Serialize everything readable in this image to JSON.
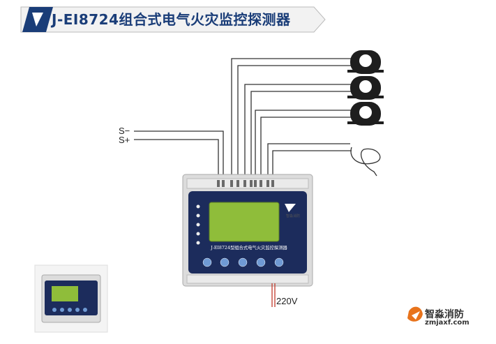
{
  "title": "J-EI8724组合式电气火灾监控探测器",
  "signal_labels": {
    "s_minus": "S−",
    "s_plus": "S+"
  },
  "power_label": "220V",
  "device": {
    "panel_text": "J-EI8724型组合式电气火灾监控探测器",
    "brand": "智淼消防"
  },
  "logo": {
    "name": "智淼消防",
    "url": "zmjaxf.com"
  },
  "colors": {
    "title": "#1a3d78",
    "accent": "#e8731c",
    "lcd": "#8fbd3a",
    "panel": "#1c2c5c"
  }
}
